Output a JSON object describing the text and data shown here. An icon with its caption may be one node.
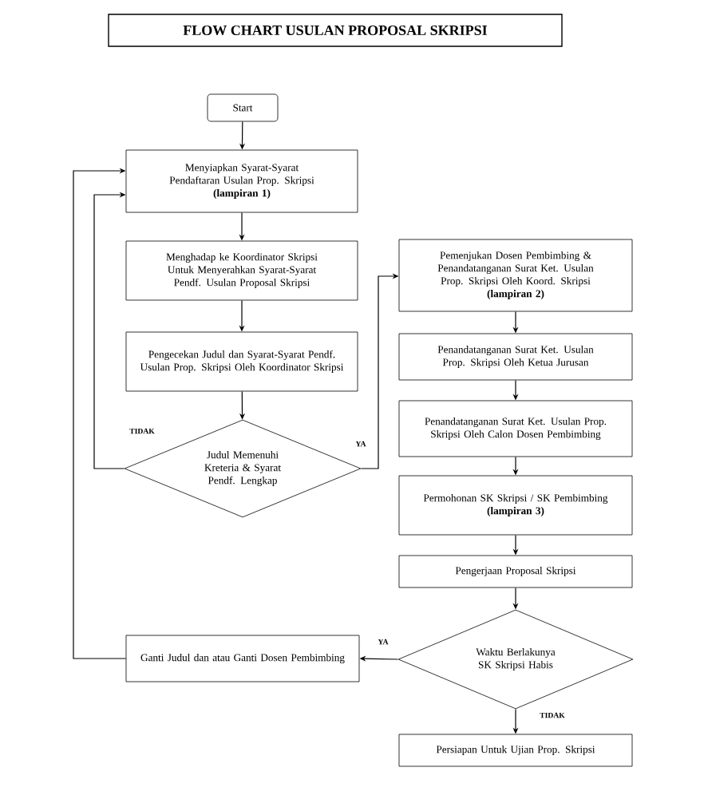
{
  "diagram": {
    "title": "FLOW CHART USULAN PROPOSAL SKRIPSI",
    "nodes": [
      {
        "text": [
          "Start"
        ]
      },
      {
        "text": [
          "Menyiapkan Syarat-Syarat Pendaftaran Usulan Prop. Skripsi",
          "(lampiran 1)"
        ]
      },
      {
        "text": [
          "Menghadap ke Koordinator Skripsi Untuk Menyerahkan Syarat-Syarat Pendf. Usulan Proposal Skripsi"
        ]
      },
      {
        "text": [
          "Pengecekan Judul dan Syarat-Syarat Pendf. Usulan Prop. Skripsi Oleh Koordinator Skripsi"
        ]
      },
      {
        "text": [
          "Judul Memenuhi Kreteria & Syarat Pendf. Lengkap"
        ]
      },
      {
        "text": [
          "Pemenjukan Dosen Pembimbing & Penandatanganan Surat Ket. Usulan Prop. Skripsi Oleh Koord. Skripsi",
          "(lampiran 2)"
        ]
      },
      {
        "text": [
          "Penandatanganan Surat Ket. Usulan Prop. Skripsi Oleh Ketua Jurusan"
        ]
      },
      {
        "text": [
          "Penandatanganan Surat Ket. Usulan Prop. Skripsi Oleh Calon Dosen Pembimbing"
        ]
      },
      {
        "text": [
          "Permohonan SK Skripsi / SK Pembimbing",
          "(lampiran 3)"
        ]
      },
      {
        "text": [
          "Pengerjaan Proposal Skripsi"
        ]
      },
      {
        "text": [
          "Waktu Berlakunya SK Skripsi Habis"
        ]
      },
      {
        "text": [
          "Ganti Judul dan atau Ganti Dosen Pembimbing"
        ]
      },
      {
        "text": [
          "Persiapan Untuk Ujian Prop. Skripsi"
        ]
      }
    ],
    "edges": [
      {
        "from": 0,
        "to": 1,
        "arrow": "to"
      },
      {
        "from": 1,
        "to": 2,
        "arrow": "to"
      },
      {
        "from": 2,
        "to": 3,
        "arrow": "to"
      },
      {
        "from": 3,
        "to": 4,
        "arrow": "to"
      },
      {
        "from": 4,
        "to": 1,
        "arrow": "to",
        "label": "TIDAK"
      },
      {
        "from": 4,
        "to": 5,
        "arrow": "to",
        "label": "YA"
      },
      {
        "from": 5,
        "to": 6,
        "arrow": "to"
      },
      {
        "from": 6,
        "to": 7,
        "arrow": "to"
      },
      {
        "from": 7,
        "to": 8,
        "arrow": "to"
      },
      {
        "from": 8,
        "to": 9,
        "arrow": "to"
      },
      {
        "from": 9,
        "to": 10,
        "arrow": "to"
      },
      {
        "from": 10,
        "to": 11,
        "arrow": "to",
        "label": "YA"
      },
      {
        "from": 10,
        "to": 12,
        "arrow": "to",
        "label": "TIDAK"
      },
      {
        "from": 11,
        "to": 1,
        "arrow": "to"
      }
    ]
  }
}
